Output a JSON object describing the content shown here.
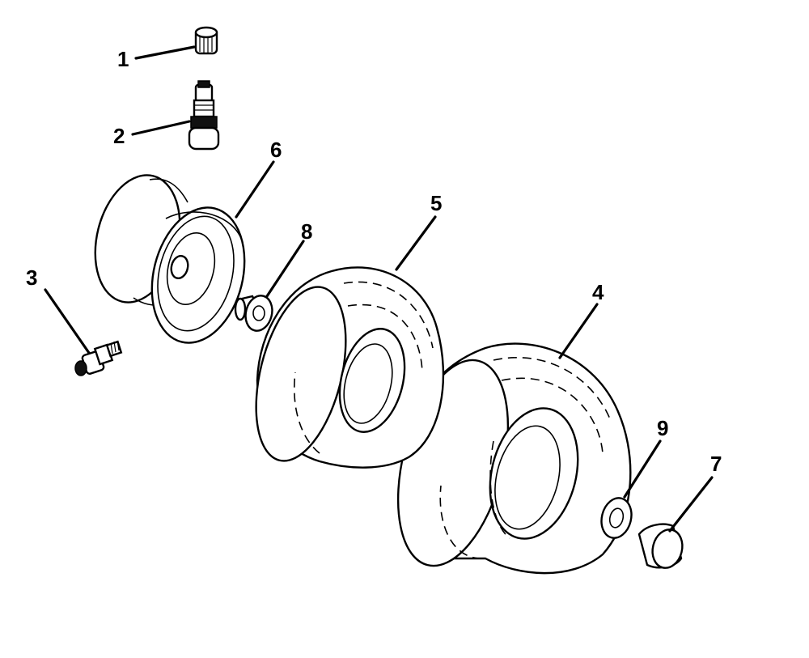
{
  "diagram": {
    "type": "exploded-parts-diagram",
    "colors": {
      "ink": "#000000",
      "paper": "#ffffff"
    },
    "callouts": [
      {
        "id": "1",
        "label": "1",
        "part_icon": "valve-cap-icon"
      },
      {
        "id": "2",
        "label": "2",
        "part_icon": "valve-stem-icon"
      },
      {
        "id": "3",
        "label": "3",
        "part_icon": "grease-fitting-icon"
      },
      {
        "id": "4",
        "label": "4",
        "part_icon": "tire-rear-icon"
      },
      {
        "id": "5",
        "label": "5",
        "part_icon": "tire-front-icon"
      },
      {
        "id": "6",
        "label": "6",
        "part_icon": "wheel-rim-icon"
      },
      {
        "id": "7",
        "label": "7",
        "part_icon": "hub-cap-icon"
      },
      {
        "id": "8",
        "label": "8",
        "part_icon": "bushing-icon"
      },
      {
        "id": "9",
        "label": "9",
        "part_icon": "washer-icon"
      }
    ]
  }
}
